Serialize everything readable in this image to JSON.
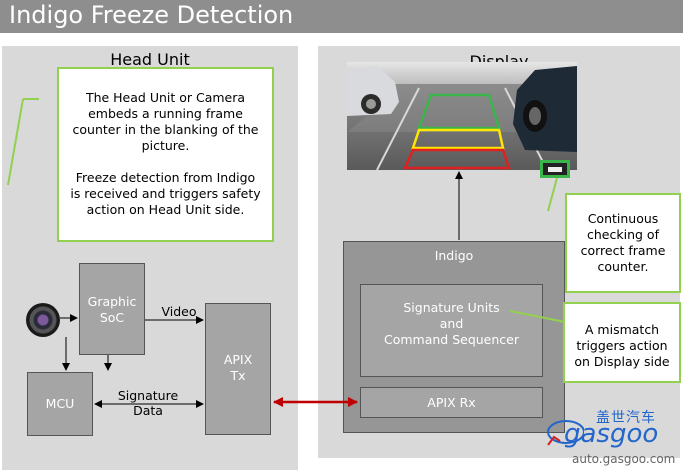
{
  "title": "Indigo Freeze Detection",
  "head_unit": {
    "title": "Head Unit",
    "callout_lines": [
      "The Head Unit or Camera",
      "embeds a running frame",
      "counter in the blanking of the",
      "picture.",
      "",
      "Freeze detection from Indigo",
      "is received and triggers safety",
      "action on Head Unit side."
    ],
    "graphic_soc": [
      "Graphic",
      "SoC"
    ],
    "mcu": "MCU",
    "apix_tx": [
      "APIX",
      "Tx"
    ],
    "video_label": "Video",
    "signature_label": [
      "Signature",
      "Data"
    ]
  },
  "display": {
    "title": "Display",
    "indigo_title": "Indigo",
    "signature_units": [
      "Signature Units",
      "and",
      "Command Sequencer"
    ],
    "apix_rx": "APIX Rx",
    "callout_continuous": [
      "Continuous",
      "checking of",
      "correct frame",
      "counter."
    ],
    "callout_mismatch": [
      "A mismatch",
      "triggers action",
      "on Display side"
    ]
  },
  "watermark": {
    "chinese": "盖世汽车",
    "logo_text": "gasgoo",
    "url": "auto.gasgoo.com"
  },
  "colors": {
    "panel_bg": "#d9d9d9",
    "block_bg": "#a5a5a5",
    "callout_border": "#92d050",
    "link_arrow": "#c00000",
    "guide_green": "#39b54a",
    "guide_yellow": "#ffe600",
    "guide_red": "#e02020"
  }
}
